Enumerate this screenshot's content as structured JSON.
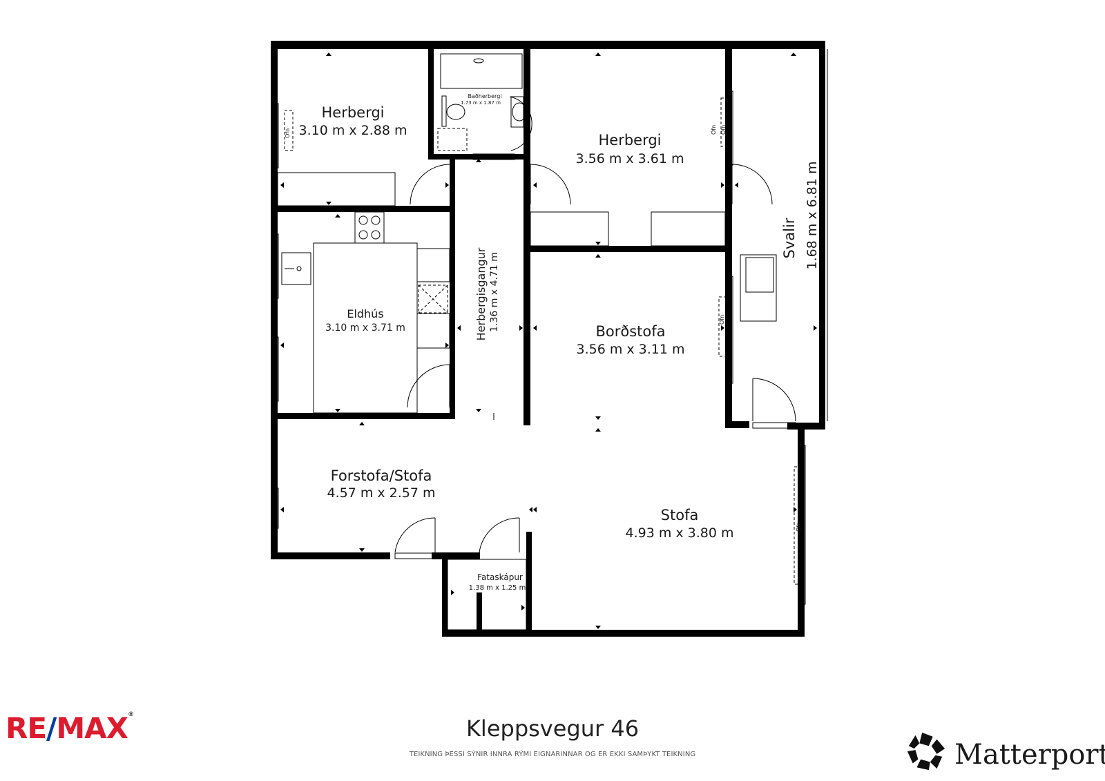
{
  "rooms": {
    "herbergi_1": {
      "name": "Herbergi",
      "dim": "3.10 m x 2.88 m"
    },
    "badherbergi": {
      "name": "Baðherbergi",
      "dim": "1.73 m x 1.87 m"
    },
    "herbergi_2": {
      "name": "Herbergi",
      "dim": "3.56 m x 3.61 m"
    },
    "svalir": {
      "name": "Svalir",
      "dim": "1.68 m x 6.81 m"
    },
    "eldhus": {
      "name": "Eldhús",
      "dim": "3.10 m x 3.71 m"
    },
    "herbergisgangur": {
      "name": "Herbergisgangur",
      "dim": "1.36 m x 4.71 m"
    },
    "bordstofa": {
      "name": "Borðstofa",
      "dim": "3.56 m x 3.11 m"
    },
    "forstofa": {
      "name": "Forstofa/Stofa",
      "dim": "4.57 m x 2.57 m"
    },
    "stofa": {
      "name": "Stofa",
      "dim": "4.93 m x 3.80 m"
    },
    "fataskapur": {
      "name": "Fataskápur",
      "dim": "1.38 m x 1.25 m"
    }
  },
  "radiator_label": "Ofn",
  "footer": {
    "title": "Kleppsvegur 46",
    "note": "TEIKNING ÞESSI SÝNIR INNRA RÝMI EIGNARINNAR OG ER EKKI SAMÞYKT TEIKNING"
  },
  "logos": {
    "remax": {
      "left": "RE",
      "slash": "/",
      "right": "MAX",
      "mark": "®"
    },
    "matterport": {
      "name": "Matterport",
      "mark": "®"
    }
  }
}
